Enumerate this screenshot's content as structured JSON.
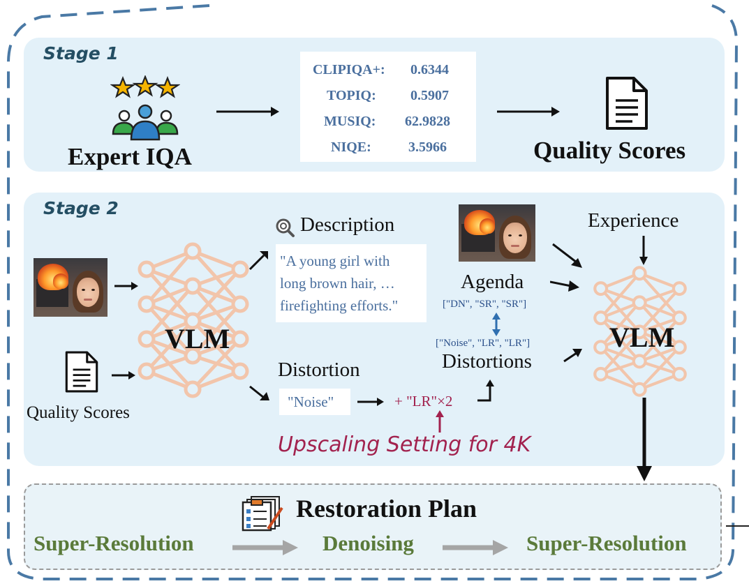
{
  "stage1": {
    "label": "Stage 1",
    "expert_label": "Expert IQA",
    "scores": [
      {
        "name": "CLIPIQA+:",
        "value": "0.6344"
      },
      {
        "name": "TOPIQ:",
        "value": "0.5907"
      },
      {
        "name": "MUSIQ:",
        "value": "62.9828"
      },
      {
        "name": "NIQE:",
        "value": "3.5966"
      }
    ],
    "output_label": "Quality Scores"
  },
  "stage2": {
    "label": "Stage 2",
    "input_doc_label": "Quality Scores",
    "vlm_left": "VLM",
    "description_title": "Description",
    "description_lines": [
      "\"A young girl with",
      "long brown hair, …",
      "firefighting efforts.\""
    ],
    "distortion_title": "Distortion",
    "distortion_value": "\"Noise\"",
    "lr_addition": "+ \"LR\"×2",
    "upscaling_note": "Upscaling Setting for 4K",
    "agenda_title": "Agenda",
    "agenda_value": "[\"DN\", \"SR\", \"SR\"]",
    "distortions_value": "[\"Noise\", \"LR\", \"LR\"]",
    "distortions_title": "Distortions",
    "experience_label": "Experience",
    "vlm_right": "VLM"
  },
  "plan": {
    "title": "Restoration Plan",
    "steps": [
      "Super-Resolution",
      "Denoising",
      "Super-Resolution"
    ]
  },
  "colors": {
    "panel": "#e3f1f9",
    "stage_label": "#244e63",
    "score_text": "#4a6f9e",
    "network": "#f2c5ab",
    "accent_red": "#a2224e",
    "plan_green": "#5a7a3a",
    "dashed_frame": "#4a79a5"
  },
  "icons": [
    "stars-icon",
    "people-icon",
    "document-icon",
    "magnifier-icon",
    "neural-network-icon",
    "checklist-icon",
    "photo-girl-fire"
  ]
}
